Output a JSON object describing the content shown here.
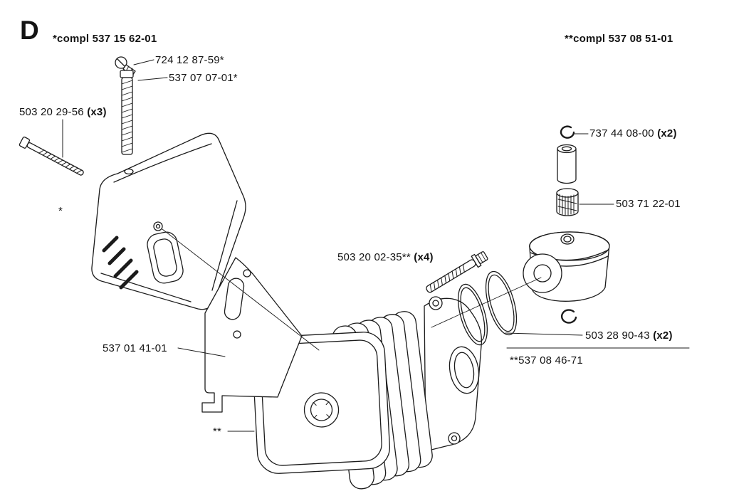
{
  "page": {
    "section_letter": "D",
    "left_assembly": "*compl 537 15 62-01",
    "right_assembly": "**compl 537 08 51-01"
  },
  "labels": {
    "top_screw": "724 12 87-59*",
    "stud": "537 07 07-01*",
    "muffler_screw": "503 20 29-56",
    "muffler_screw_qty": "(x3)",
    "muffler_marker": "*",
    "circlip": "737 44 08-00",
    "circlip_qty": "(x2)",
    "bearing": "503 71 22-01",
    "cylinder_screw": "503 20 02-35**",
    "cylinder_screw_qty": "(x4)",
    "piston_rings": "503 28 90-43",
    "piston_rings_qty": "(x2)",
    "piston": "**537 08 46-71",
    "bracket": "537 01 41-01",
    "cylinder_marker": "**"
  },
  "colors": {
    "ink": "#1b1b1b",
    "paper": "#ffffff"
  }
}
